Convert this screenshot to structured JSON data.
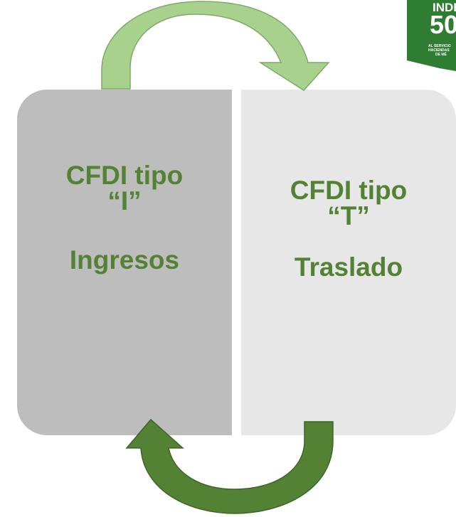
{
  "cards": [
    {
      "title_line1": "CFDI tipo",
      "title_line2": "“I”",
      "subtitle": "Ingresos"
    },
    {
      "title_line1": "CFDI tipo",
      "title_line2": "“T”",
      "subtitle": "Traslado"
    }
  ],
  "badge": {
    "line1": "INDE",
    "number": "50",
    "small1": "AL SERVICIO",
    "small2": "HACIENDAS",
    "small3": "DE MÉ"
  },
  "colors": {
    "text_green": "#548235",
    "arrow_light": "#a9d18e",
    "arrow_dark": "#548235",
    "card_left": "#bdbdbd",
    "card_right": "#e7e7e7",
    "badge_green": "#2e7d32"
  }
}
